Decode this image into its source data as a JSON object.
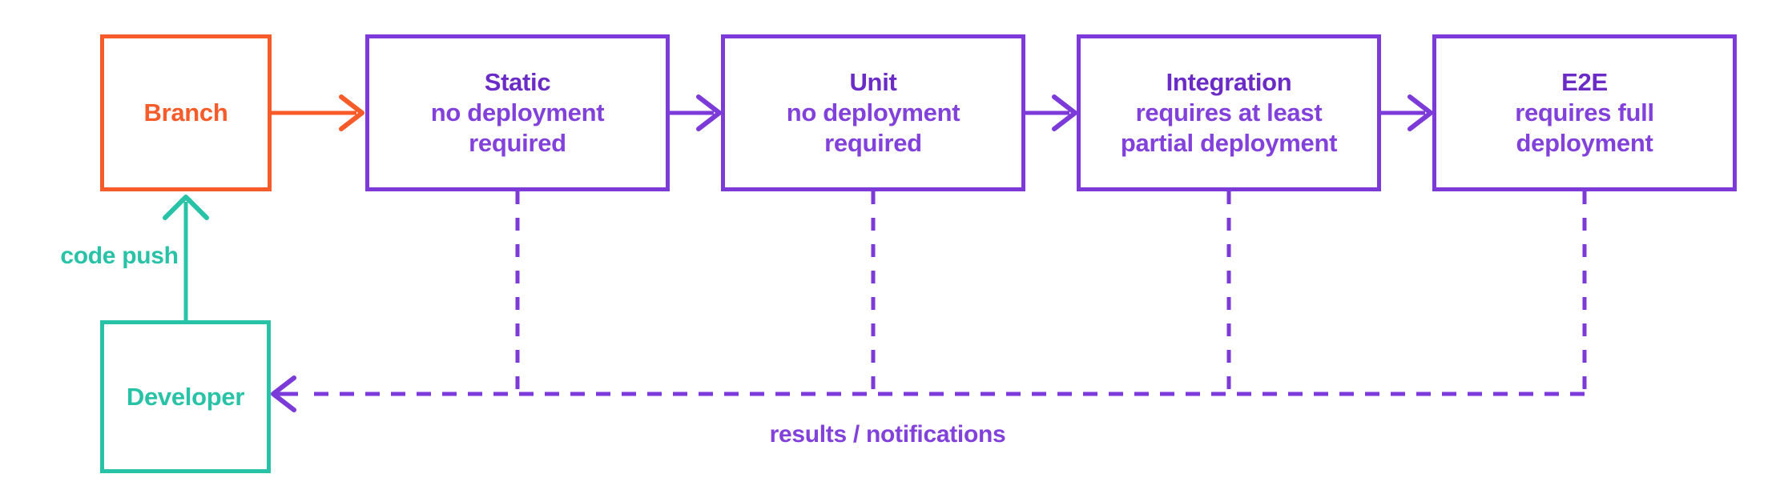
{
  "diagram": {
    "colors": {
      "orange": "#F85B2A",
      "purple": "#7C3AD9",
      "purple_title": "#6B2BC6",
      "purple_body": "#8341DC",
      "teal": "#28C2A7",
      "background": "#FFFFFF"
    },
    "nodes": [
      {
        "id": "branch",
        "title": "Branch",
        "lines": []
      },
      {
        "id": "static",
        "title": "Static",
        "lines": [
          "no deployment",
          "required"
        ]
      },
      {
        "id": "unit",
        "title": "Unit",
        "lines": [
          "no deployment",
          "required"
        ]
      },
      {
        "id": "integration",
        "title": "Integration",
        "lines": [
          "requires at least",
          "partial deployment"
        ]
      },
      {
        "id": "e2e",
        "title": "E2E",
        "lines": [
          "requires full",
          "deployment"
        ]
      },
      {
        "id": "developer",
        "title": "Developer",
        "lines": []
      }
    ],
    "labels": {
      "code_push": "code push",
      "results_notifications": "results / notifications"
    }
  }
}
